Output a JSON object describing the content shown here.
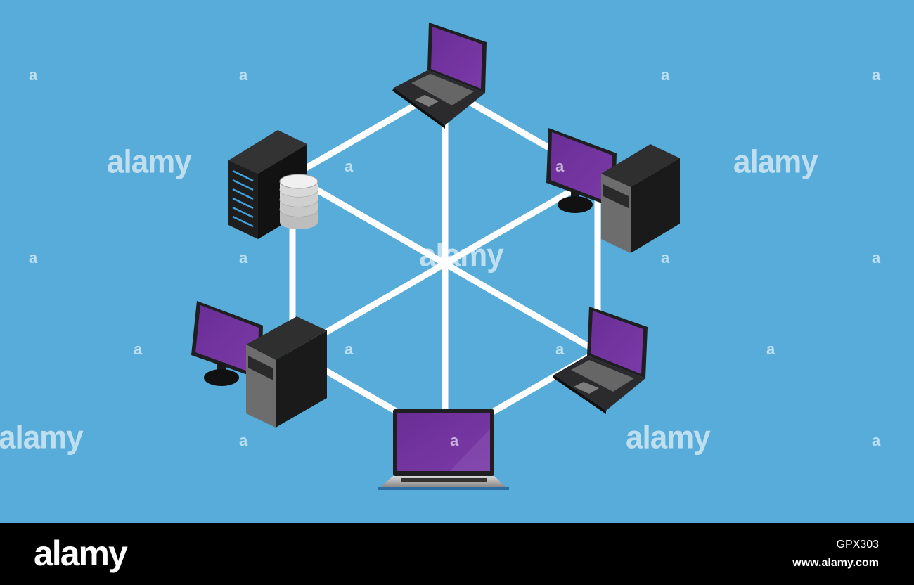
{
  "diagram": {
    "topology": "mesh-hexagon",
    "background_color": "#57acda",
    "link_color": "#ffffff",
    "screen_color": "#6a2e96",
    "nodes": [
      {
        "id": "top",
        "kind": "laptop"
      },
      {
        "id": "upper-right",
        "kind": "desktop-tower"
      },
      {
        "id": "lower-right",
        "kind": "laptop"
      },
      {
        "id": "bottom",
        "kind": "laptop-front"
      },
      {
        "id": "lower-left",
        "kind": "desktop-tower"
      },
      {
        "id": "upper-left",
        "kind": "server-with-database"
      }
    ],
    "links": [
      [
        "top",
        "upper-right"
      ],
      [
        "upper-right",
        "lower-right"
      ],
      [
        "lower-right",
        "bottom"
      ],
      [
        "bottom",
        "lower-left"
      ],
      [
        "lower-left",
        "upper-left"
      ],
      [
        "upper-left",
        "top"
      ],
      [
        "top",
        "bottom"
      ],
      [
        "upper-left",
        "lower-right"
      ],
      [
        "upper-right",
        "lower-left"
      ]
    ]
  },
  "watermark": {
    "word": "alamy",
    "letter": "a"
  },
  "footer": {
    "logo": "alamy",
    "image_id": "GPX303",
    "url": "www.alamy.com"
  }
}
